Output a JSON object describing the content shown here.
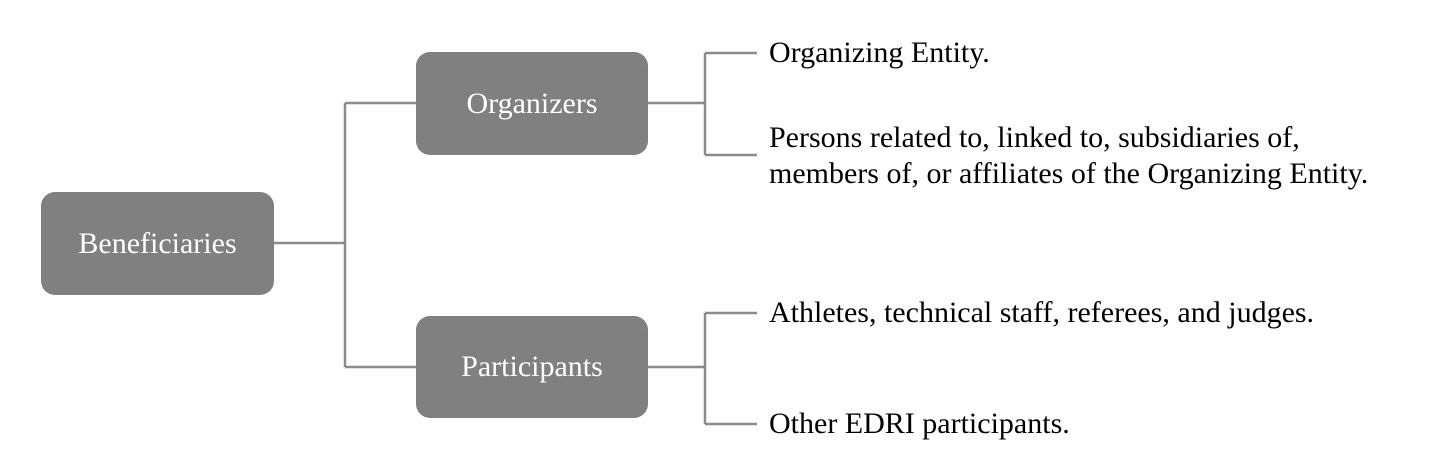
{
  "root": {
    "label": "Beneficiaries"
  },
  "branches": [
    {
      "label": "Organizers",
      "items": [
        {
          "lines": [
            "Organizing Entity."
          ]
        },
        {
          "lines": [
            "Persons related to, linked to, subsidiaries of,",
            "members of, or affiliates of the Organizing Entity."
          ]
        }
      ]
    },
    {
      "label": "Participants",
      "items": [
        {
          "lines": [
            "Athletes, technical staff, referees, and judges."
          ]
        },
        {
          "lines": [
            "Other EDRI participants."
          ]
        }
      ]
    }
  ],
  "colors": {
    "node_fill": "#808080",
    "node_text": "#ffffff",
    "connector": "#8c8c8c",
    "leaf_text": "#000000"
  }
}
